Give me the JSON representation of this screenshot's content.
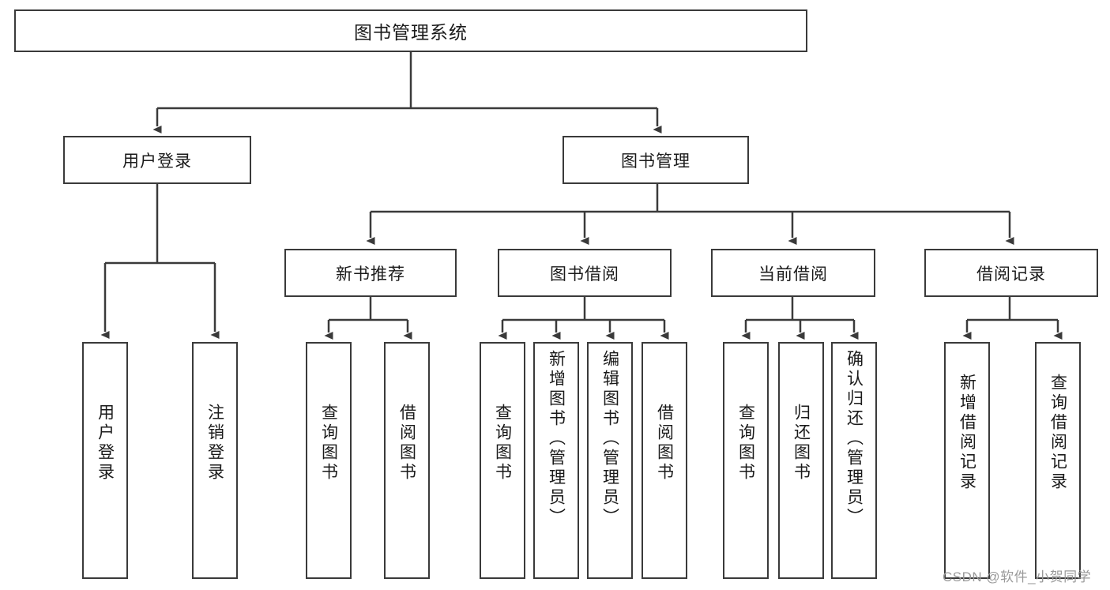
{
  "diagram": {
    "title": "图书管理系统",
    "type": "hierarchy-tree",
    "style": {
      "box_border_color": "#3a3a3a",
      "box_fill": "#ffffff",
      "line_color": "#3a3a3a",
      "text_color": "#1a1a1a",
      "background": "#ffffff"
    },
    "nodes": {
      "root": {
        "label": "图书管理系统",
        "level": 0
      },
      "l1": [
        {
          "id": "user_login",
          "label": "用户登录"
        },
        {
          "id": "book_manage",
          "label": "图书管理"
        }
      ],
      "l2": [
        {
          "id": "new_book_rec",
          "label": "新书推荐",
          "parent": "book_manage"
        },
        {
          "id": "book_borrow",
          "label": "图书借阅",
          "parent": "book_manage"
        },
        {
          "id": "current_borrow",
          "label": "当前借阅",
          "parent": "book_manage"
        },
        {
          "id": "borrow_record",
          "label": "借阅记录",
          "parent": "book_manage"
        }
      ],
      "leaves": [
        {
          "id": "leaf_user_login",
          "label": "用户登录",
          "parent": "user_login"
        },
        {
          "id": "leaf_user_logout",
          "label": "注销登录",
          "parent": "user_login"
        },
        {
          "id": "leaf_query_book_1",
          "label": "查询图书",
          "parent": "new_book_rec"
        },
        {
          "id": "leaf_borrow_book_1",
          "label": "借阅图书",
          "parent": "new_book_rec"
        },
        {
          "id": "leaf_query_book_2",
          "label": "查询图书",
          "parent": "book_borrow"
        },
        {
          "id": "leaf_add_book",
          "label": "新增图书（管理员）",
          "parent": "book_borrow"
        },
        {
          "id": "leaf_edit_book",
          "label": "编辑图书（管理员）",
          "parent": "book_borrow"
        },
        {
          "id": "leaf_borrow_book_2",
          "label": "借阅图书",
          "parent": "book_borrow"
        },
        {
          "id": "leaf_query_book_3",
          "label": "查询图书",
          "parent": "current_borrow"
        },
        {
          "id": "leaf_return_book",
          "label": "归还图书",
          "parent": "current_borrow"
        },
        {
          "id": "leaf_confirm_return",
          "label": "确认归还（管理员）",
          "parent": "current_borrow"
        },
        {
          "id": "leaf_add_record",
          "label": "新增借阅记录",
          "parent": "borrow_record"
        },
        {
          "id": "leaf_query_record",
          "label": "查询借阅记录",
          "parent": "borrow_record"
        }
      ]
    }
  },
  "watermark": {
    "text": "CSDN @软件_小贺同学"
  }
}
